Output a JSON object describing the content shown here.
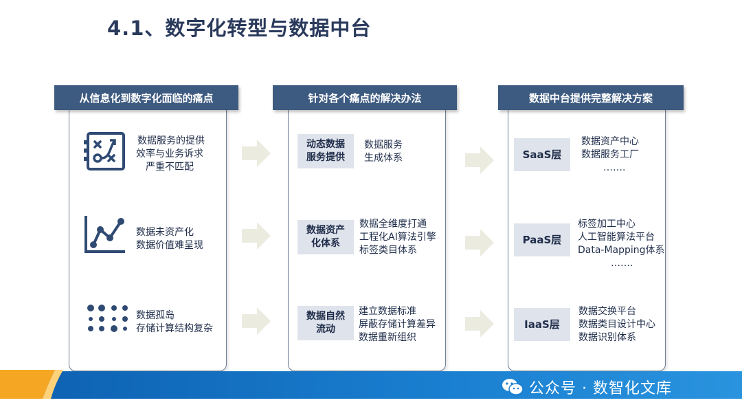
{
  "title": "4.1、数字化转型与数据中台",
  "columns": [
    {
      "header": "从信息化到数字化面临的痛点",
      "items": [
        {
          "icon": "puzzle-strategy-icon",
          "lines": [
            "数据服务的提供",
            "效率与业务诉求",
            "严重不匹配"
          ]
        },
        {
          "icon": "line-chart-icon",
          "lines": [
            "数据未资产化",
            "数据价值难呈现"
          ]
        },
        {
          "icon": "dots-grid-icon",
          "lines": [
            "数据孤岛",
            "存储计算结构复杂"
          ]
        }
      ]
    },
    {
      "header": "针对各个痛点的解决办法",
      "items": [
        {
          "tag": [
            "动态数据",
            "服务提供"
          ],
          "lines": [
            "数据服务",
            "生成体系"
          ]
        },
        {
          "tag": [
            "数据资产",
            "化体系"
          ],
          "lines": [
            "数据全维度打通",
            "工程化AI算法引擎",
            "标签类目体系"
          ]
        },
        {
          "tag": [
            "数据自然",
            "流动"
          ],
          "lines": [
            "建立数据标准",
            "屏蔽存储计算差异",
            "数据重新组织"
          ]
        }
      ]
    },
    {
      "header": "数据中台提供完整解决方案",
      "items": [
        {
          "tag": [
            "SaaS层"
          ],
          "lines": [
            "数据资产中心",
            "数据服务工厂",
            "……."
          ]
        },
        {
          "tag": [
            "PaaS层"
          ],
          "lines": [
            "标签加工中心",
            "人工智能算法平台",
            "Data-Mapping体系",
            "……."
          ]
        },
        {
          "tag": [
            "IaaS层"
          ],
          "lines": [
            "数据交换平台",
            "数据类目设计中心",
            "数据识别体系"
          ]
        }
      ]
    }
  ],
  "watermark": {
    "text": "公众号 · 数智化文库",
    "icon": "wechat-icon"
  },
  "colors": {
    "header": "#3d5a80",
    "tag_bg": "#dfe3eb",
    "arrow": "#ecebe0",
    "band_blue": "#1a78c8",
    "band_orange": "#f5a623"
  }
}
